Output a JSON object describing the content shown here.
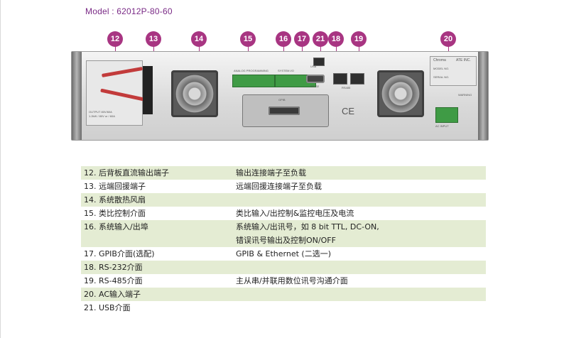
{
  "header": {
    "model": "Model : 62012P-80-60"
  },
  "markers": [
    "12",
    "13",
    "14",
    "15",
    "16",
    "17",
    "21",
    "18",
    "19",
    "20"
  ],
  "panel_labels": {
    "output": "OUTPUT 80V/60A",
    "output_sub": "1.2kW / 80V or / 60A",
    "analog": "ANALOG PROGRAMMING",
    "system_io": "SYSTEM I/O",
    "gpib": "GPIB",
    "usb": "USB",
    "rs232": "RS232",
    "rs485": "RS485",
    "brand": "Chroma",
    "brand_sub": "ATE INC.",
    "model_no": "MODEL NO.",
    "serial_no": "SERIAL NO.",
    "ce": "CE",
    "warning": "WARNING",
    "ac_input": "AC INPUT"
  },
  "table": [
    {
      "item": "12. 后背板直流输出端子",
      "desc": [
        "输出连接端子至负载"
      ]
    },
    {
      "item": "13. 远端回援端子",
      "desc": [
        "远端回援连接端子至负载"
      ]
    },
    {
      "item": "14. 系统散热风扇",
      "desc": []
    },
    {
      "item": "15. 类比控制介面",
      "desc": [
        "类比输入/出控制&监控电压及电流"
      ]
    },
    {
      "item": "16. 系统输入/出埠",
      "desc": [
        "系统输入/出讯号，如 8 bit TTL, DC-ON,",
        "错误讯号输出及控制ON/OFF"
      ]
    },
    {
      "item": "17. GPIB介面(选配)",
      "desc": [
        "GPIB & Ethernet (二选一)"
      ]
    },
    {
      "item": "18. RS-232介面",
      "desc": []
    },
    {
      "item": "19. RS-485介面",
      "desc": [
        "主从串/并联用数位讯号沟通介面"
      ]
    },
    {
      "item": "20. AC输入端子",
      "desc": []
    },
    {
      "item": "21. USB介面",
      "desc": []
    }
  ]
}
